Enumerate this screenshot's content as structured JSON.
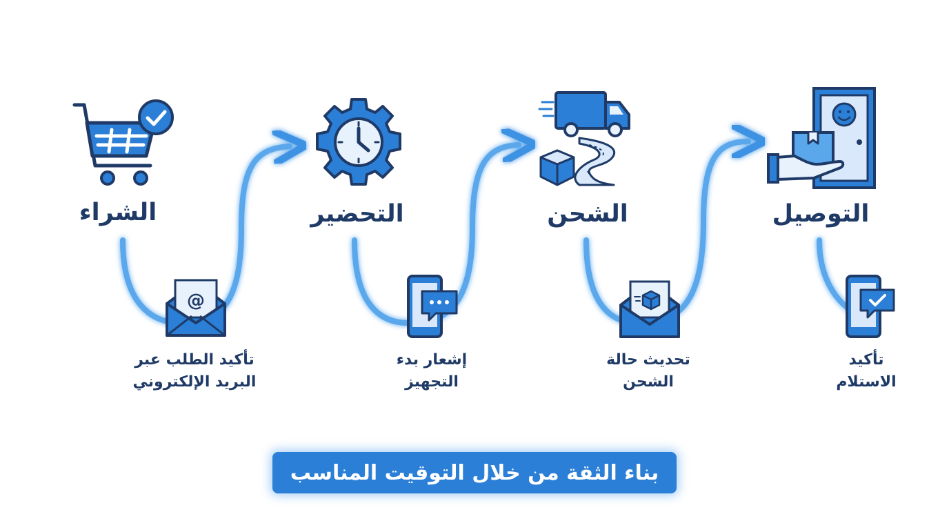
{
  "stages": [
    {
      "title": "الشراء",
      "icon": "shopping-cart-check-icon"
    },
    {
      "title": "التحضير",
      "icon": "gear-clock-icon"
    },
    {
      "title": "الشحن",
      "icon": "truck-road-box-icon"
    },
    {
      "title": "التوصيل",
      "icon": "door-package-hand-icon"
    }
  ],
  "notes": [
    {
      "line1": "تأكيد الطلب عبر",
      "line2": "البريد الإلكتروني",
      "icon": "email-at-icon"
    },
    {
      "line1": "إشعار بدء",
      "line2": "التجهيز",
      "icon": "phone-chat-icon"
    },
    {
      "line1": "تحديث حالة",
      "line2": "الشحن",
      "icon": "email-box-icon"
    },
    {
      "line1": "تأكيد",
      "line2": "الاستلام",
      "icon": "phone-check-icon"
    }
  ],
  "banner": "بناء الثقة من خلال التوقيت المناسب",
  "colors": {
    "primary": "#2b7fd6",
    "dark": "#1f3a66",
    "light": "#d9e9fb",
    "connector": "#5aa7ec"
  }
}
